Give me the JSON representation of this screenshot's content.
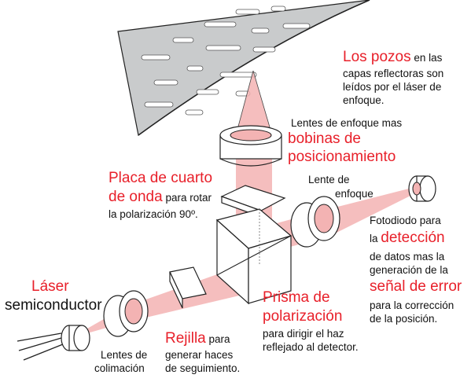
{
  "colors": {
    "highlight": "#e8202a",
    "beam": "#f3b3b3",
    "beam_stroke": "#d36a6a",
    "disc": "#c9cbcc",
    "pit": "#ffffff",
    "component_fill": "#ffffff",
    "outline": "#222222"
  },
  "labels": {
    "pozos_title": "Los pozos",
    "pozos_l1_rest": " en las",
    "pozos_l2": "capas reflectoras son",
    "pozos_l3": "leídos por el láser de",
    "pozos_l4": "enfoque.",
    "lentes_enfoque_mas": "Lentes de enfoque mas",
    "bobinas_l1": "bobinas de",
    "bobinas_l2": "posicionamiento",
    "lente_de": "Lente de",
    "enfoque": "enfoque",
    "placa_l1": "Placa de cuarto",
    "placa_l2_red": "de onda",
    "placa_l2_rest": " para rotar",
    "placa_l3": "la polarización 90º.",
    "fotodiodo_l1": "Fotodiodo para",
    "fotodiodo_l2_pre": "la ",
    "fotodiodo_l2_red": "detección",
    "fotodiodo_l3": "de datos mas la",
    "fotodiodo_l4": "generación de la",
    "senal_error": "señal de error",
    "correccion_l1": "para la corrección",
    "correccion_l2": "de la posición.",
    "laser_red": "Láser",
    "laser_black": "semiconductor",
    "prisma_l1": "Prisma de",
    "prisma_l2": "polarización",
    "prisma_l3": "para dirigir el haz",
    "prisma_l4": "reflejado al detector.",
    "rejilla_red": "Rejilla",
    "rejilla_rest": " para",
    "rejilla_l2": "generar haces",
    "rejilla_l3": "de seguimiento.",
    "colimacion_l1": "Lentes de",
    "colimacion_l2": "colimación"
  }
}
